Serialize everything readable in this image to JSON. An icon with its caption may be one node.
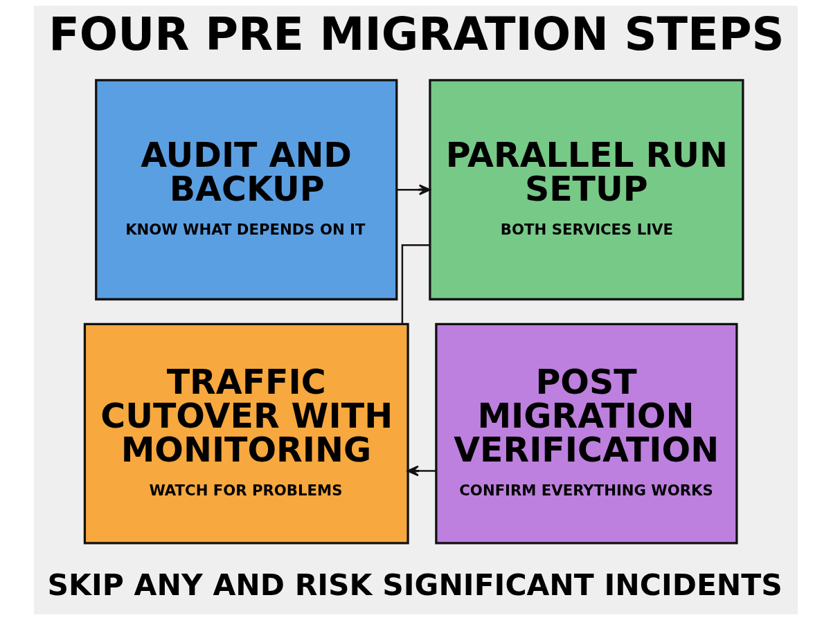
{
  "diagram": {
    "title": "FOUR PRE MIGRATION STEPS",
    "caption": "SKIP ANY AND RISK SIGNIFICANT INCIDENTS",
    "nodes": [
      {
        "text": [
          "AUDIT AND BACKUP",
          "KNOW WHAT DEPENDS ON IT"
        ]
      },
      {
        "text": [
          "PARALLEL RUN SETUP",
          "BOTH SERVICES LIVE"
        ]
      },
      {
        "text": [
          "TRAFFIC CUTOVER WITH MONITORING",
          "WATCH FOR PROBLEMS"
        ]
      },
      {
        "text": [
          "POST MIGRATION VERIFICATION",
          "CONFIRM EVERYTHING WORKS"
        ]
      }
    ],
    "edges": [
      {
        "from": 0,
        "to": 1,
        "arrow": "to"
      },
      {
        "from": 1,
        "to": 2,
        "arrow": "none"
      },
      {
        "from": 3,
        "to": 2,
        "arrow": "to"
      }
    ]
  }
}
